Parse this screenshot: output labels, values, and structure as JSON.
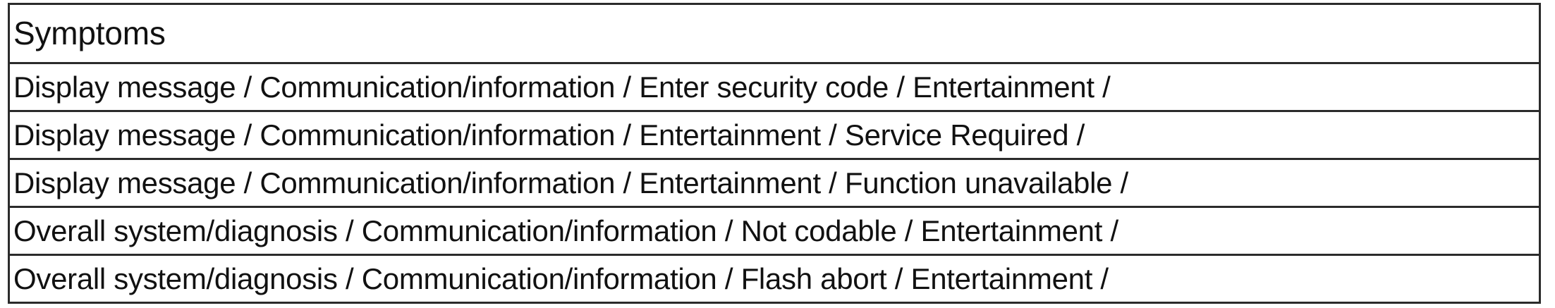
{
  "table": {
    "caption": "Symptoms",
    "columns": [
      "Symptoms"
    ],
    "rows": [
      {
        "symptom": "Display message / Communication/information / Enter security code / Entertainment /"
      },
      {
        "symptom": "Display message / Communication/information / Entertainment / Service Required /"
      },
      {
        "symptom": "Display message / Communication/information / Entertainment / Function unavailable /"
      },
      {
        "symptom": "Overall system/diagnosis / Communication/information / Not codable / Entertainment /"
      },
      {
        "symptom": "Overall system/diagnosis / Communication/information / Flash abort / Entertainment /"
      }
    ],
    "row_count": 5,
    "colors": {
      "border": "#2b2b2b",
      "background": "#ffffff",
      "text": "#111111"
    }
  }
}
